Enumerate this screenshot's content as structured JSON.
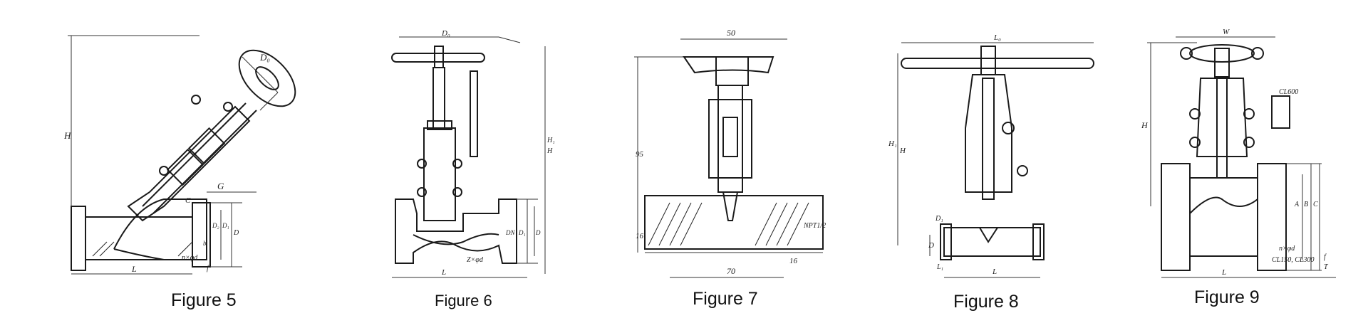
{
  "figures": [
    {
      "caption": "Figure 5",
      "dims": {
        "H": "H",
        "D0": "D₀",
        "G": "G",
        "L": "L",
        "C": "C",
        "holes": "n×φd",
        "f": "f",
        "D": "D",
        "D1": "D₁",
        "D2": "D₂",
        "b": "b"
      }
    },
    {
      "caption": "Figure 6",
      "dims": {
        "D0": "D₀",
        "H1": "H₁",
        "H": "H",
        "L": "L",
        "holes": "Z×φd",
        "DN": "DN",
        "D1": "D₁",
        "D": "D"
      }
    },
    {
      "caption": "Figure 7",
      "dims": {
        "top": "50",
        "height": "95",
        "bottom": "70",
        "left16": "16",
        "right16": "16",
        "thread": "NPT1/2"
      }
    },
    {
      "caption": "Figure 8",
      "dims": {
        "L0": "L₀",
        "H1": "H₁",
        "H": "H",
        "D": "D",
        "D1": "D₁",
        "L1": "L₁",
        "L": "L"
      }
    },
    {
      "caption": "Figure 9",
      "dims": {
        "W": "W",
        "H": "H",
        "cl600": "CL600",
        "cl150": "CL150, CL300",
        "holes": "n×φd",
        "A": "A",
        "B": "B",
        "C": "C",
        "T": "T",
        "L": "L",
        "f": "f"
      }
    }
  ],
  "colors": {
    "ink": "#1a1a1a",
    "paper": "#ffffff"
  }
}
